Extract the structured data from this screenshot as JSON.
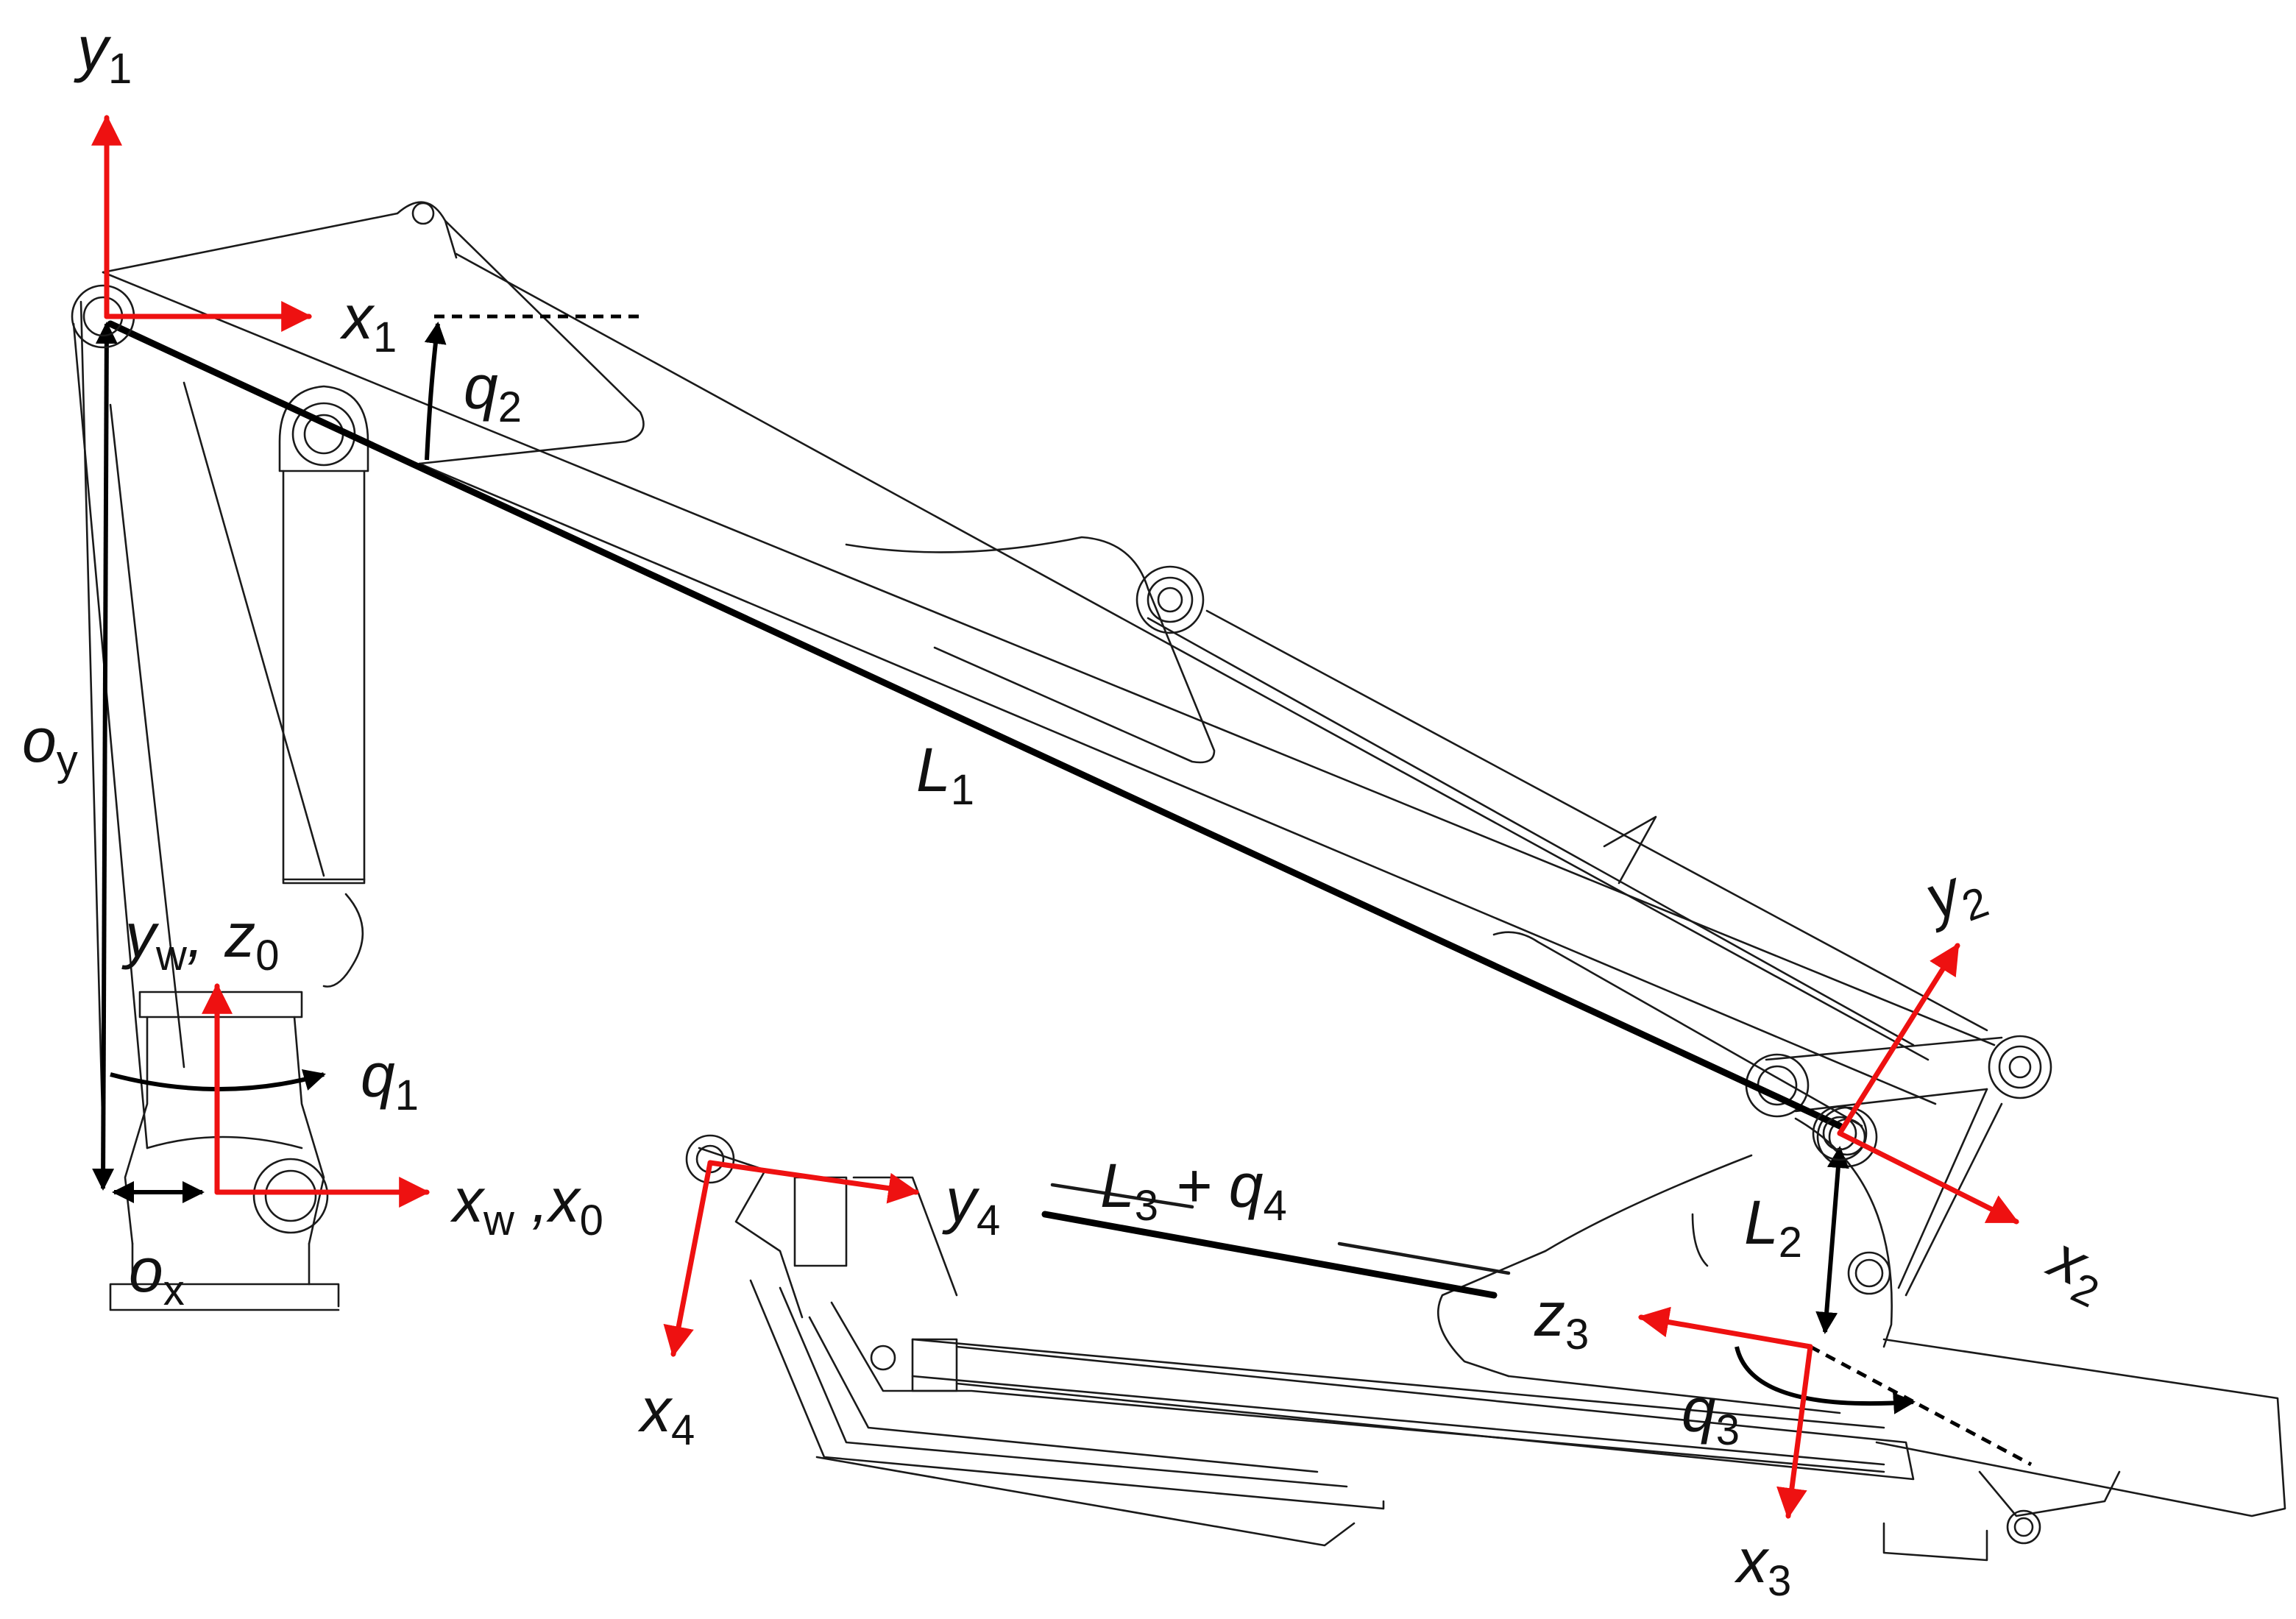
{
  "colors": {
    "frame_axis": "#ee1111",
    "structure": "#1a1a1a",
    "kinematic": "#000000"
  },
  "labels": {
    "y1": {
      "main": "y",
      "sub": "1"
    },
    "x1": {
      "main": "x",
      "sub": "1"
    },
    "q2": {
      "main": "q",
      "sub": "2"
    },
    "oy": {
      "main": "o",
      "sub": "y"
    },
    "L1": {
      "main": "L",
      "sub": "1"
    },
    "yw_z0": {
      "main_a": "y",
      "sub_a": "w",
      "sep": ",",
      "main_b": "z",
      "sub_b": "0"
    },
    "q1": {
      "main": "q",
      "sub": "1"
    },
    "xw_x0": {
      "main_a": "x",
      "sub_a": "w",
      "sep": " ,",
      "main_b": "x",
      "sub_b": "0"
    },
    "ox": {
      "main": "o",
      "sub": "x"
    },
    "y2": {
      "main": "y",
      "sub": "2"
    },
    "x2": {
      "main": "x",
      "sub": "2"
    },
    "L2": {
      "main": "L",
      "sub": "2"
    },
    "L3q4": {
      "main_a": "L",
      "sub_a": "3",
      "plus": " + ",
      "main_b": "q",
      "sub_b": "4"
    },
    "y4": {
      "main": "y",
      "sub": "4"
    },
    "x4": {
      "main": "x",
      "sub": "4"
    },
    "z3": {
      "main": "z",
      "sub": "3"
    },
    "q3": {
      "main": "q",
      "sub": "3"
    },
    "x3": {
      "main": "x",
      "sub": "3"
    }
  }
}
